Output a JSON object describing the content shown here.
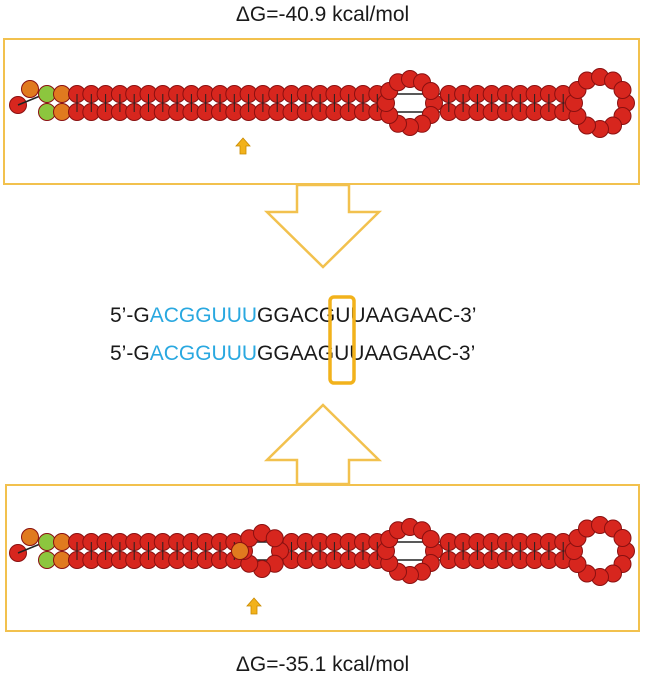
{
  "top_energy": "ΔG=-40.9 kcal/mol",
  "bottom_energy": "ΔG=-35.1 kcal/mol",
  "sequences": [
    {
      "prefix": "5’-G",
      "highlight": "ACGGUUU",
      "middle": "GGA",
      "mutation": "C",
      "suffix": "GUUAAGAAC-3’"
    },
    {
      "prefix": "5’-G",
      "highlight": "ACGGUUU",
      "middle": "GGA",
      "mutation": "A",
      "suffix": "GUUAAGAAC-3’"
    }
  ],
  "colors": {
    "frame": "#f2c14e",
    "arrow": "#f2b21b",
    "highlight": "#29a8e0",
    "nucleotide_red": "#d7261e",
    "nucleotide_orange": "#e07a1f",
    "nucleotide_green": "#8cc63e"
  },
  "structures": [
    {
      "id": "top",
      "marker_icon": "up-arrow-icon",
      "internal_loop": "none"
    },
    {
      "id": "bottom",
      "marker_icon": "up-arrow-icon",
      "internal_loop": "mutation-site"
    }
  ]
}
